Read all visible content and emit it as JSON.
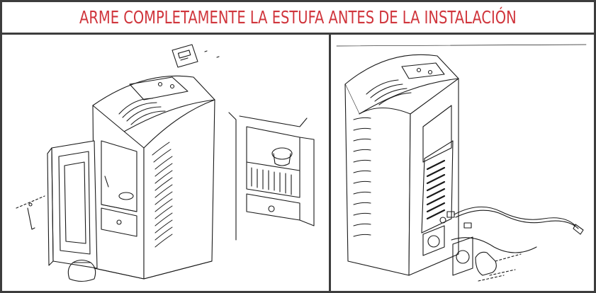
{
  "header": {
    "title": "ARME COMPLETAMENTE LA ESTUFA ANTES DE LA INSTALACIÓN"
  },
  "colors": {
    "title_color": "#d0353c",
    "border_color": "#3d3d3d",
    "line_color": "#1a1a1a"
  },
  "panels": [
    {
      "name": "front-assembly",
      "icons": [
        "stove-front-illustration",
        "control-panel-icon",
        "hinge-pin-icon",
        "ash-pot-icon",
        "brazier-detail-illustration"
      ]
    },
    {
      "name": "rear-assembly",
      "icons": [
        "stove-rear-illustration",
        "power-cable-icon",
        "flue-adapter-icon"
      ]
    }
  ]
}
